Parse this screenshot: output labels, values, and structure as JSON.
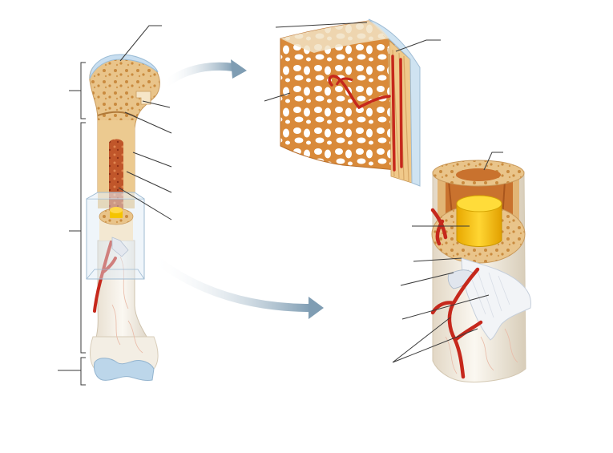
{
  "figure": {
    "description_labels": [],
    "views": [
      {
        "id": "long-bone",
        "icon": "humerus-long-bone-icon"
      },
      {
        "id": "spongy-bone-detail",
        "icon": "spongy-bone-trabeculae-icon"
      },
      {
        "id": "compact-bone-section",
        "icon": "compact-bone-cylinder-icon"
      }
    ],
    "callout_lines": {
      "long_bone": 8,
      "spongy_detail": 3,
      "compact_section": 7
    },
    "brackets": 3,
    "colors": {
      "bone_tan": "#e9c48a",
      "spongy_orange": "#d98a3a",
      "marrow_yellow": "#f5c400",
      "vessel_red": "#c6281c",
      "cartilage_blue": "#bcd6ea",
      "periosteum_white": "#f1ede6",
      "arrow_blue": "#8ba6bb"
    }
  }
}
